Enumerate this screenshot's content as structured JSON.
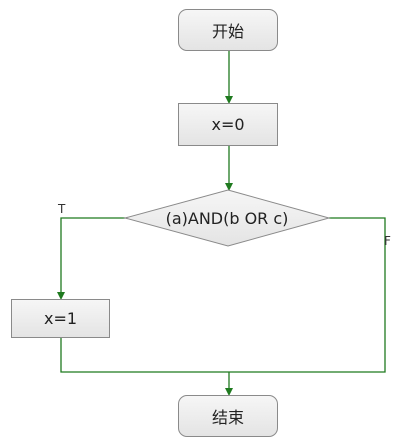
{
  "nodes": {
    "start": "开始",
    "assign_x0": "x=0",
    "condition": "(a)AND(b OR c)",
    "assign_x1": "x=1",
    "end": "结束"
  },
  "edges": {
    "true_label": "T",
    "false_label": "F"
  },
  "colors": {
    "connector": "#1f7a1f",
    "node_border": "#8a8a8a",
    "node_fill_top": "#f6f6f6",
    "node_fill_bottom": "#e4e4e4"
  }
}
